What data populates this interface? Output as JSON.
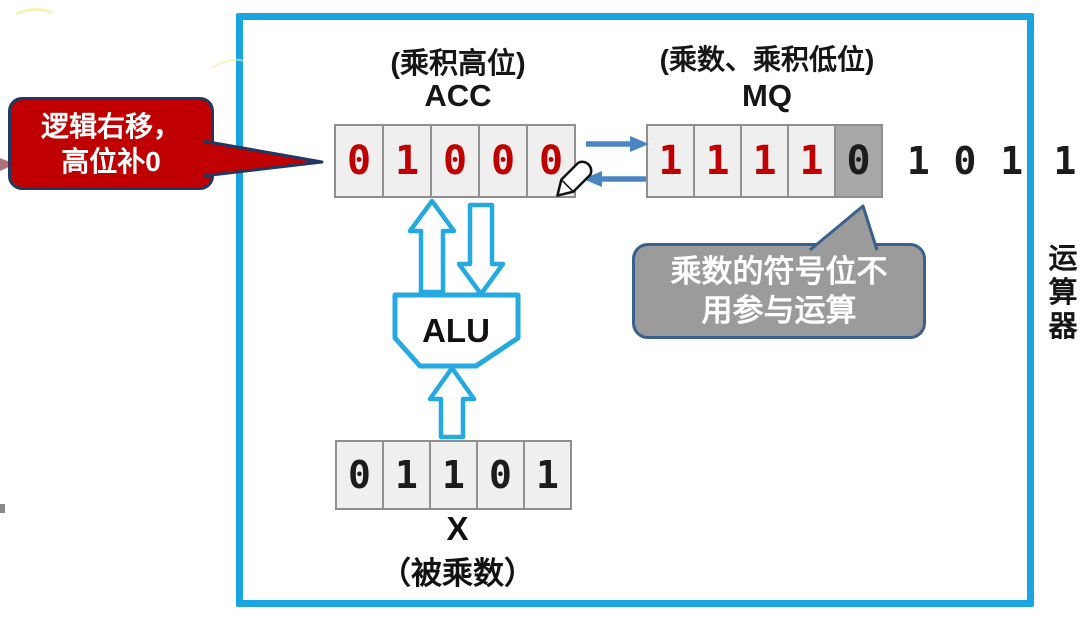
{
  "unit_label": "运算器",
  "acc": {
    "caption": "(乘积高位)",
    "name": "ACC",
    "cells": [
      "0",
      "1",
      "0",
      "0",
      "0"
    ]
  },
  "mq": {
    "caption": "(乘数、乘积低位)",
    "name": "MQ",
    "cells": [
      "1",
      "1",
      "1",
      "1",
      "0"
    ],
    "tail_inside": [
      "1",
      "0",
      "1"
    ],
    "tail_outside": "1"
  },
  "xreg": {
    "name": "X",
    "caption": "（被乘数）",
    "cells": [
      "0",
      "1",
      "1",
      "0",
      "1"
    ]
  },
  "alu": {
    "label": "ALU"
  },
  "callouts": {
    "shift": {
      "line1": "逻辑右移，",
      "line2": "高位补0"
    },
    "sign": {
      "line1": "乘数的符号位不",
      "line2": "用参与运算"
    }
  },
  "icons": {
    "pencil": "pencil-icon",
    "acc_to_mq_arrow": "right-arrow",
    "mq_to_acc_arrow": "left-arrow",
    "alu_to_acc_arrow": "up-arrow",
    "acc_to_alu_arrow": "down-arrow",
    "x_to_alu_arrow": "up-arrow"
  },
  "colors": {
    "box_border": "#1ba5e0",
    "arrow_cyan": "#25a9e1",
    "arrow_steel": "#4a86c4",
    "digit_red": "#c00000",
    "digit_black": "#1c1c1c",
    "callout_red_bg": "#c00000",
    "callout_red_border": "#1f3864",
    "callout_gray_bg": "#9b9b9b",
    "callout_gray_border": "#39608e",
    "cell_bg": "#efefef",
    "cell_dark_bg": "#a8a8a8",
    "cell_border": "#8f8f8f"
  }
}
